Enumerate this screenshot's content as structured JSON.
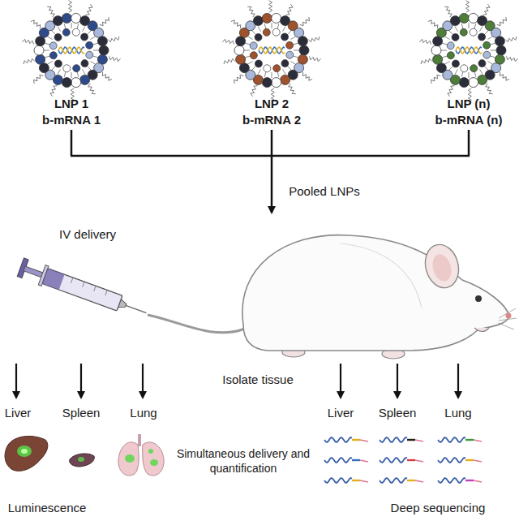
{
  "diagram": {
    "labels": [
      "LNP 1",
      "b-mRNA 1",
      "LNP 2",
      "b-mRNA 2",
      "LNP (n)",
      "b-mRNA (n)",
      "Pooled LNPs",
      "IV delivery",
      "Isolate tissue",
      "Liver",
      "Spleen",
      "Lung",
      "Liver",
      "Spleen",
      "Lung",
      "Simultaneous delivery and quantification",
      "Luminescence",
      "Deep sequencing"
    ]
  }
}
